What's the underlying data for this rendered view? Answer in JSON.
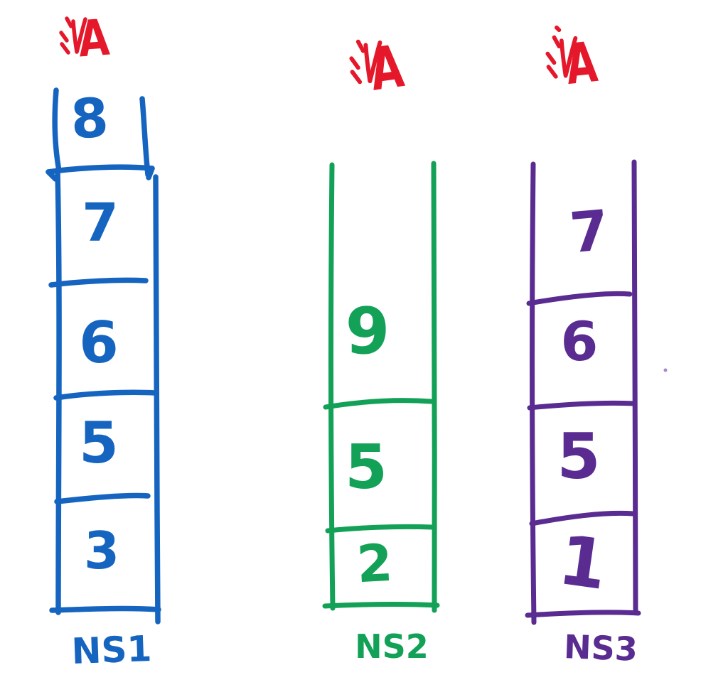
{
  "diagram": {
    "kind": "hand-drawn stack diagram",
    "background": "#ffffff",
    "description": "Three hand-drawn vertical stacks of numbered cells, each marked at the top with a red check mark and the letter A"
  },
  "colors": {
    "red": "#e5182b",
    "blue": "#1565c0",
    "green": "#12a157",
    "purple": "#5a2b91"
  },
  "annotations": [
    {
      "symbol": "check-with-emphasis-dashes",
      "letter": "A"
    },
    {
      "symbol": "check-with-emphasis-dashes",
      "letter": "A"
    },
    {
      "symbol": "check-with-emphasis-dashes",
      "letter": "A"
    }
  ],
  "stacks": [
    {
      "label": "NS1",
      "color_key": "blue",
      "cells": [
        "8",
        "7",
        "6",
        "5",
        "3"
      ]
    },
    {
      "label": "NS2",
      "color_key": "green",
      "cells": [
        "9",
        "5",
        "2"
      ]
    },
    {
      "label": "NS3",
      "color_key": "purple",
      "cells": [
        "7",
        "6",
        "5",
        "1"
      ]
    }
  ]
}
